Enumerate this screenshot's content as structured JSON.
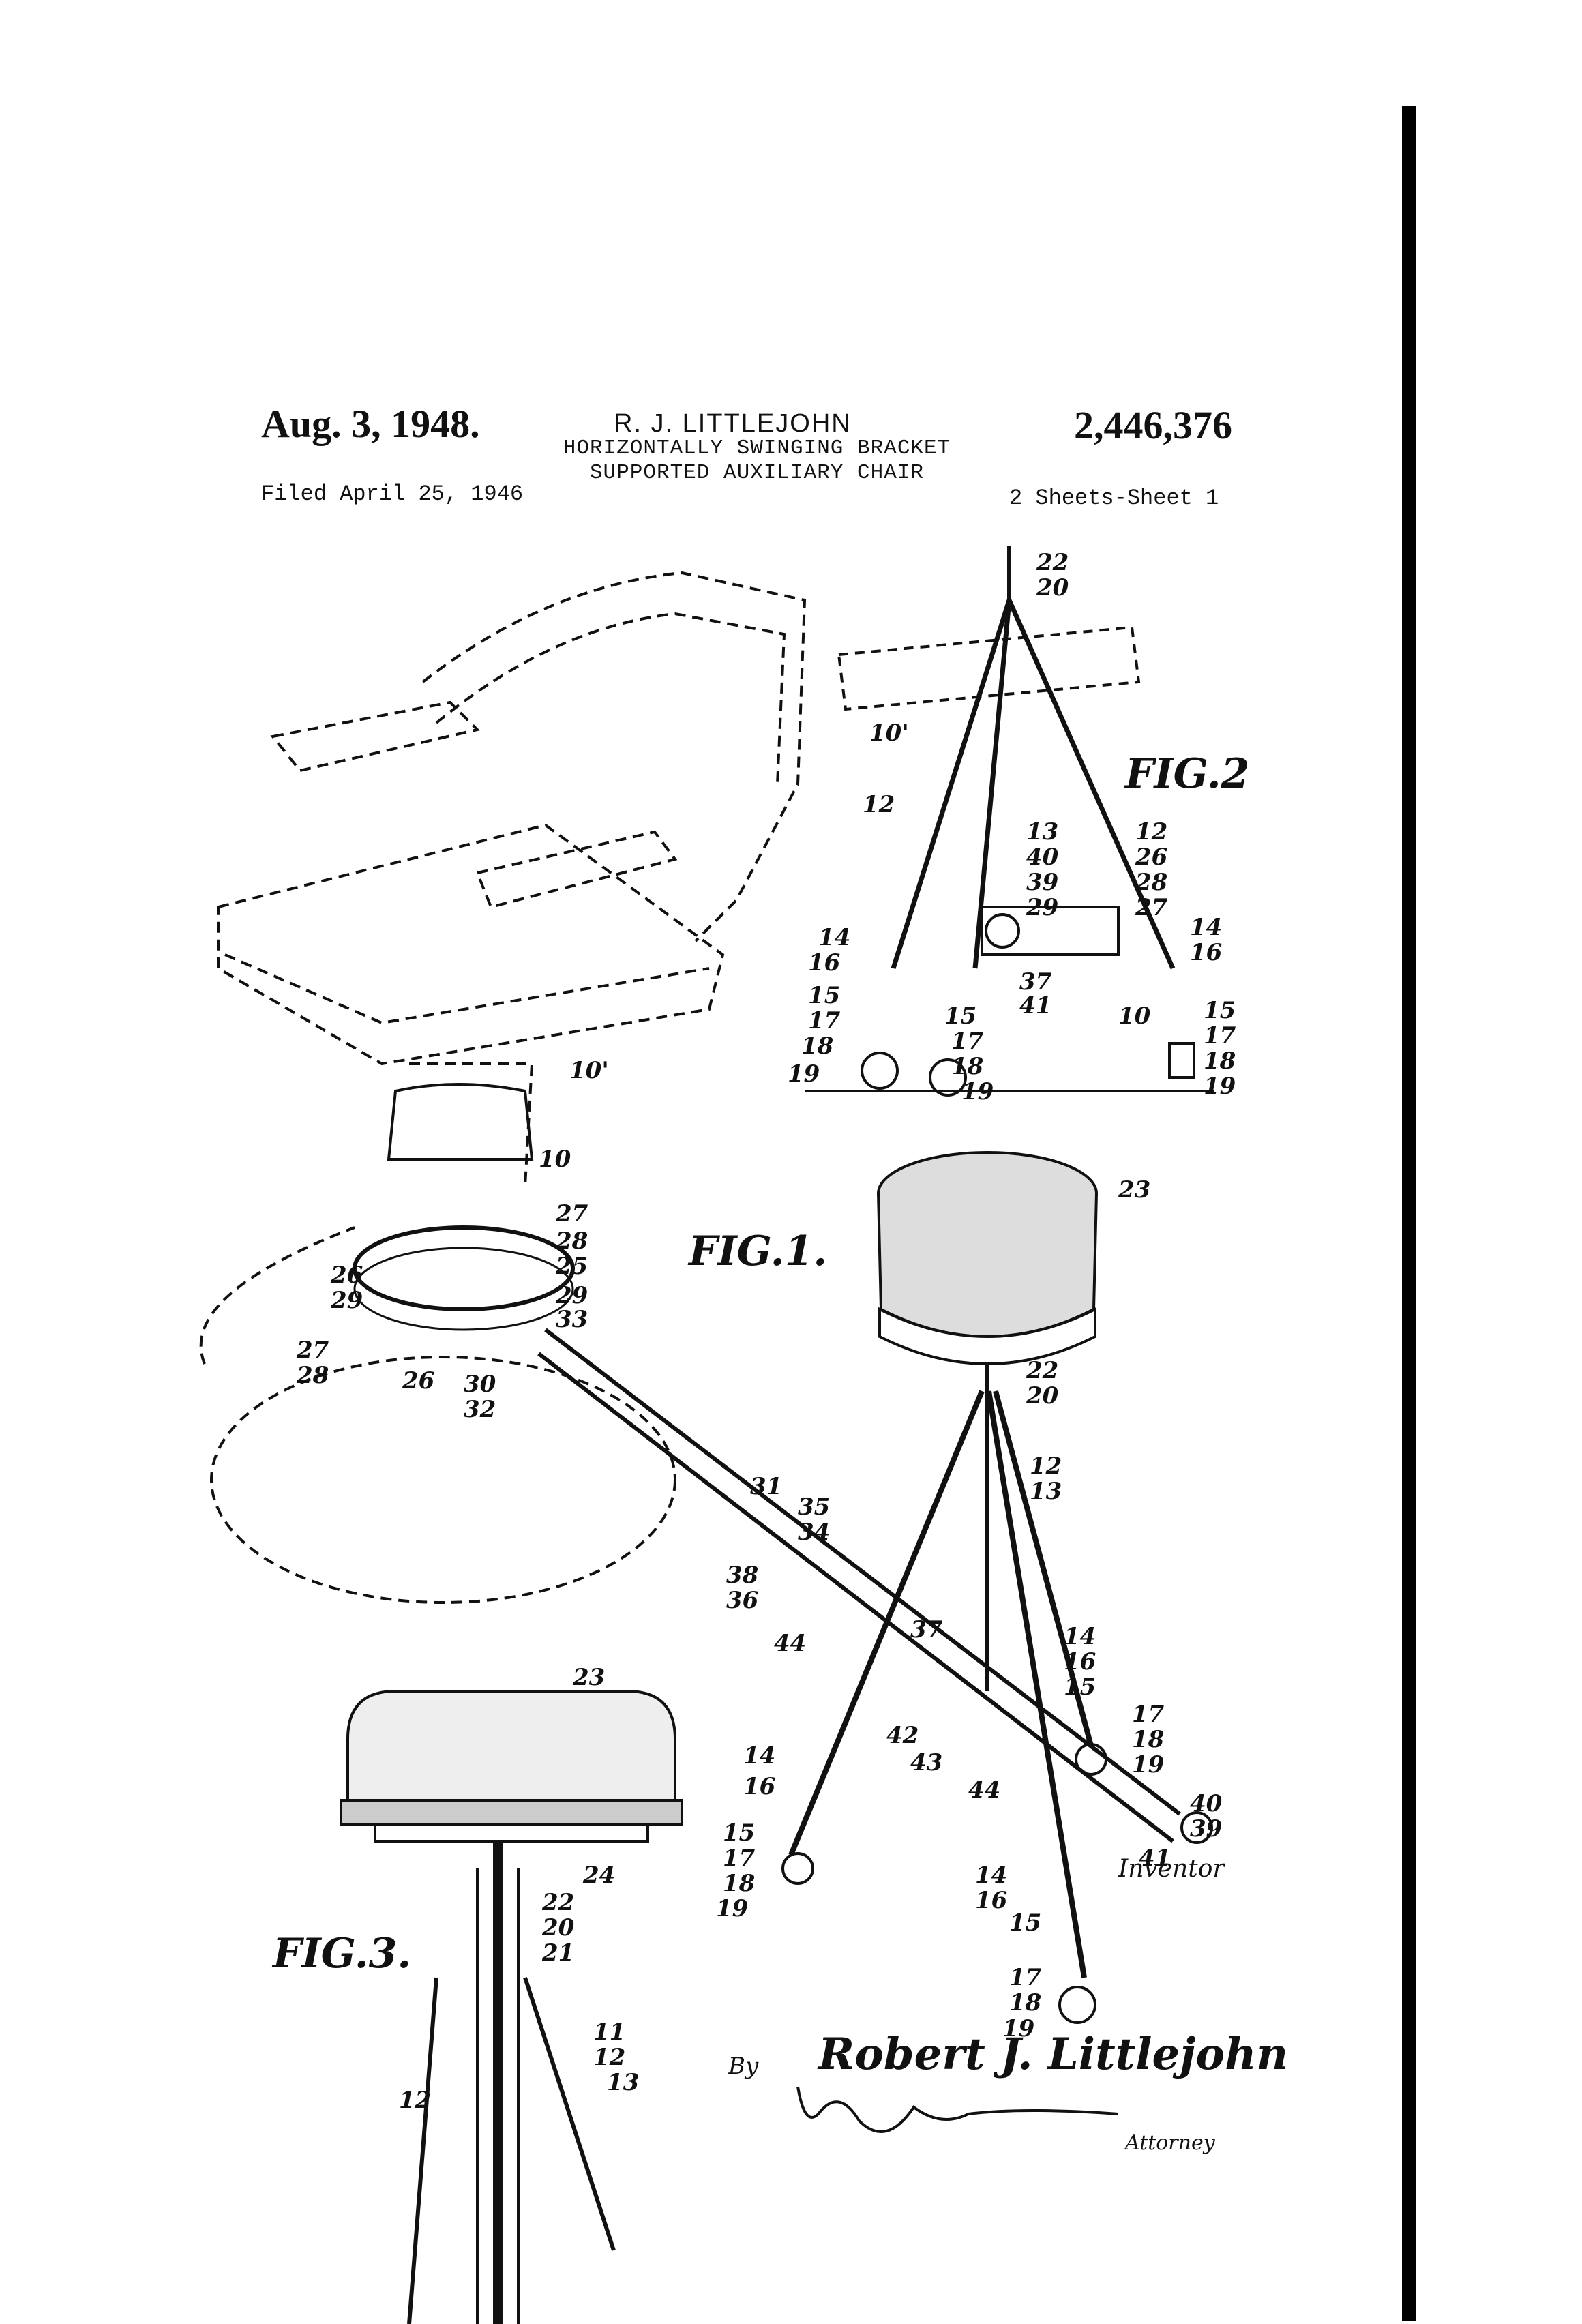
{
  "header": {
    "date": "Aug. 3, 1948.",
    "inventor": "R. J. LITTLEJOHN",
    "patent_number": "2,446,376",
    "title_line1": "HORIZONTALLY SWINGING BRACKET",
    "title_line2": "SUPPORTED AUXILIARY CHAIR",
    "filed": "Filed April 25, 1946",
    "sheets": "2 Sheets-Sheet 1"
  },
  "figures": {
    "fig1": "FIG.1.",
    "fig2": "FIG.2",
    "fig3": "FIG.3."
  },
  "reference_numerals": {
    "fig2": [
      "22",
      "20",
      "10'",
      "12",
      "13",
      "40",
      "39",
      "29",
      "12",
      "26",
      "28",
      "27",
      "14",
      "16",
      "14",
      "16",
      "15",
      "17",
      "18",
      "19",
      "37",
      "41",
      "15",
      "17",
      "18",
      "19",
      "10",
      "15",
      "17",
      "18",
      "19"
    ],
    "fig1": [
      "10'",
      "10",
      "27",
      "28",
      "25",
      "29",
      "26",
      "29",
      "27",
      "28",
      "26",
      "30",
      "32",
      "33",
      "23",
      "22",
      "20",
      "12",
      "13",
      "31",
      "35",
      "34",
      "38",
      "36",
      "44",
      "37",
      "14",
      "16",
      "15",
      "17",
      "18",
      "19",
      "14",
      "16",
      "15",
      "17",
      "18",
      "19",
      "42",
      "43",
      "44",
      "14",
      "16",
      "15",
      "17",
      "18",
      "19",
      "40",
      "39",
      "41"
    ],
    "fig3": [
      "23",
      "24",
      "22",
      "20",
      "21",
      "11",
      "12",
      "13",
      "12"
    ]
  },
  "signature": {
    "inventor_label": "Inventor",
    "by_label": "By",
    "inventor_name": "Robert J. Littlejohn",
    "attorney_label": "Attorney"
  }
}
